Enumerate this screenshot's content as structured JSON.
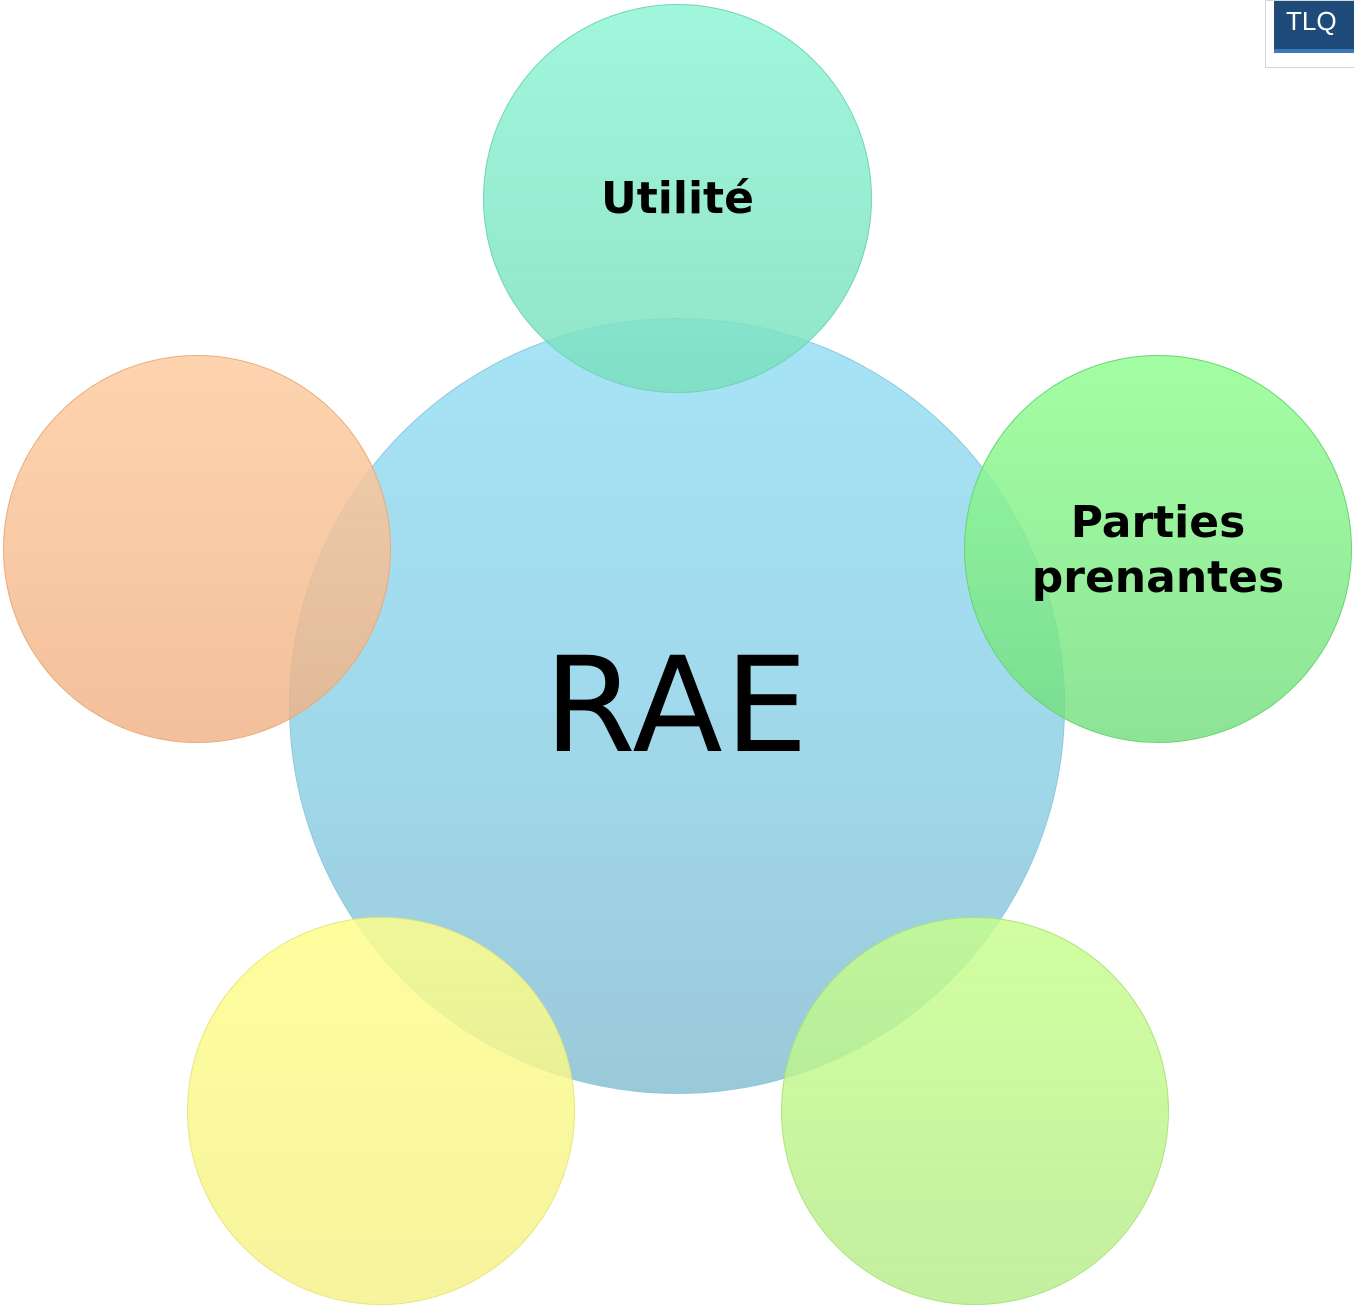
{
  "diagram": {
    "center": {
      "label": "RAE",
      "color": "#9ad8ec"
    },
    "satellites": [
      {
        "id": "top",
        "label": "Utilité",
        "color": "#96f4d6"
      },
      {
        "id": "right",
        "label_lines": [
          "Parties",
          "prenantes"
        ],
        "color": "#96fc96"
      },
      {
        "id": "left",
        "label": "",
        "color": "#f8c89c"
      },
      {
        "id": "bottom-left",
        "label": "",
        "color": "#fcfa8c"
      },
      {
        "id": "bottom-right",
        "label": "",
        "color": "#c4f88c"
      }
    ]
  },
  "logo": {
    "text": "TLQ",
    "color": "#1e4b7a"
  }
}
